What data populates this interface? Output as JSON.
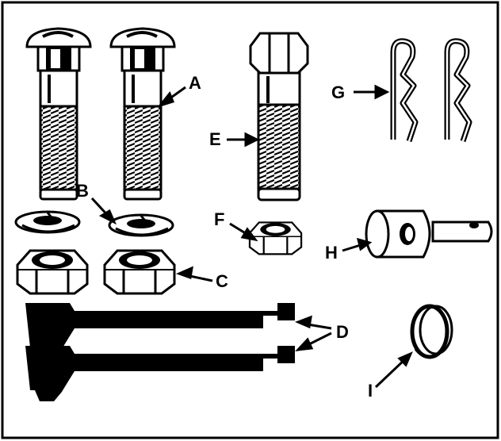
{
  "labels": {
    "A": "A",
    "B": "B",
    "C": "C",
    "D": "D",
    "E": "E",
    "F": "F",
    "G": "G",
    "H": "H",
    "I": "I"
  },
  "parts": {
    "carriage_bolts": {
      "count": 2
    },
    "lock_washers": {
      "count": 2
    },
    "hex_nuts": {
      "count": 2
    },
    "hex_bolt": {
      "count": 1
    },
    "small_hex_nut": {
      "count": 1
    },
    "hair_pin_clips": {
      "count": 2
    },
    "pins": {
      "count": 2
    },
    "pivot_pin": {
      "count": 1
    },
    "retaining_ring": {
      "count": 1
    }
  }
}
